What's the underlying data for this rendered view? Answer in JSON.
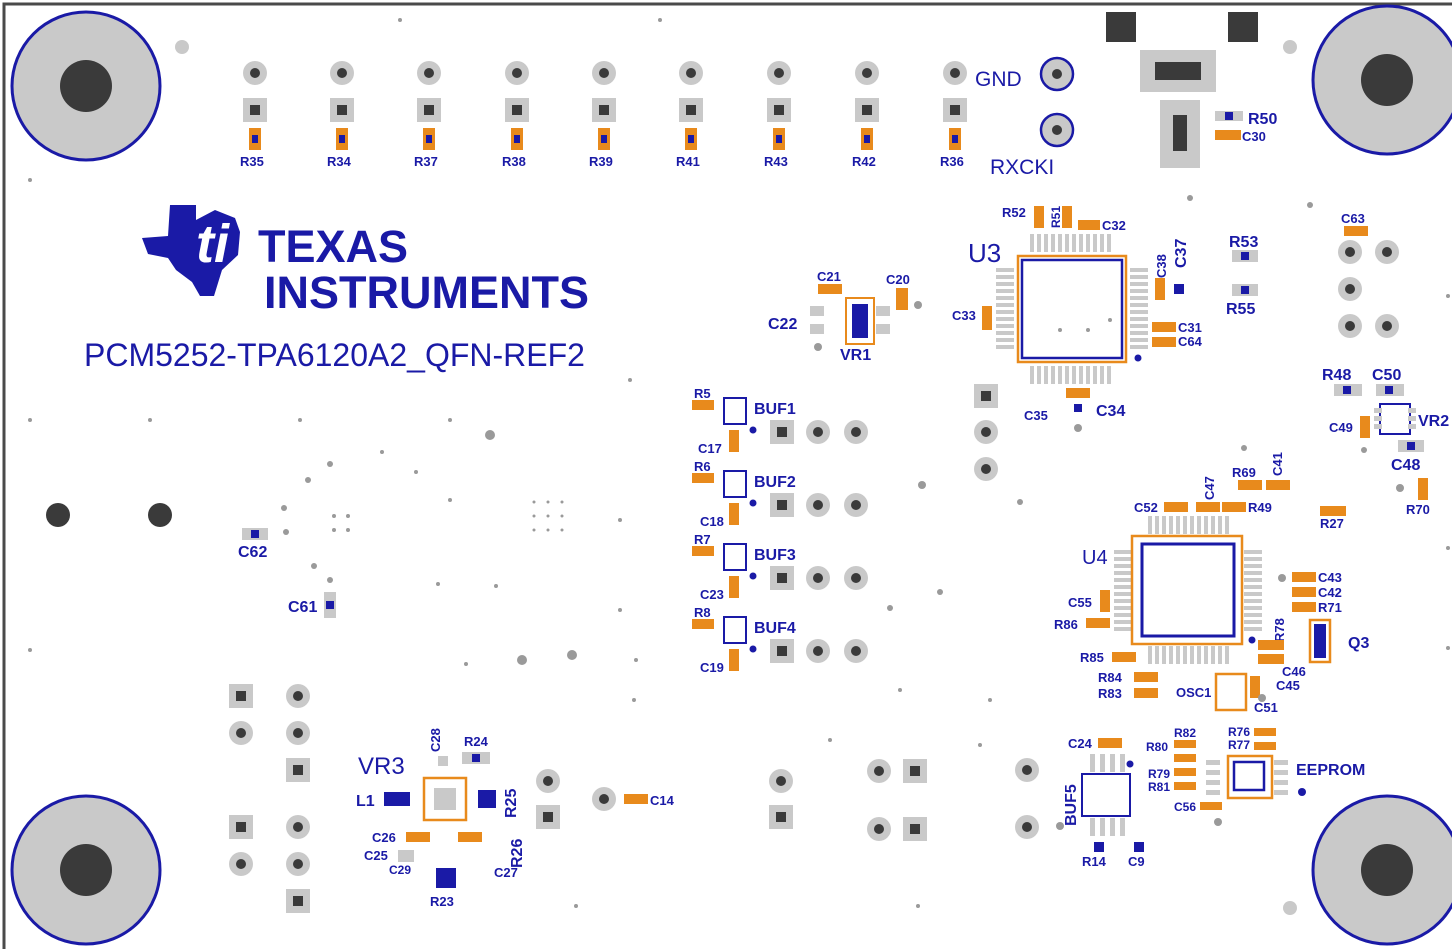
{
  "board": {
    "title": "PCM5252-TPA6120A2_QFN-REF2",
    "logo": {
      "line1": "Texas",
      "line2": "Instruments"
    },
    "colors": {
      "silk": "#1a1aa6",
      "copper": "#e88a1c",
      "pad": "#c9c9c9",
      "hole": "#3a3a3a",
      "edge": "#4a4a4a"
    }
  },
  "labels": {
    "gnd": "GND",
    "rxcki": "RXCKI",
    "u3": "U3",
    "u4": "U4",
    "vr1": "VR1",
    "vr2": "VR2",
    "vr3": "VR3",
    "buf1": "BUF1",
    "buf2": "BUF2",
    "buf3": "BUF3",
    "buf4": "BUF4",
    "buf5": "BUF5",
    "q3": "Q3",
    "eeprom": "EEPROM",
    "osc1": "OSC1",
    "l1": "L1",
    "r35": "R35",
    "r34": "R34",
    "r37": "R37",
    "r38": "R38",
    "r39": "R39",
    "r41": "R41",
    "r43": "R43",
    "r42": "R42",
    "r36": "R36",
    "r50": "R50",
    "c30": "C30",
    "r52": "R52",
    "r51": "R51",
    "c32": "C32",
    "c38": "C38",
    "c37": "C37",
    "r53": "R53",
    "r55": "R55",
    "c63": "C63",
    "c21": "C21",
    "c20": "C20",
    "c22": "C22",
    "c33": "C33",
    "c31": "C31",
    "c64": "C64",
    "c35": "C35",
    "c34": "C34",
    "r48": "R48",
    "c50": "C50",
    "c49": "C49",
    "c48": "C48",
    "r5": "R5",
    "c17": "C17",
    "r6": "R6",
    "c18": "C18",
    "r7": "R7",
    "c23": "C23",
    "r8": "R8",
    "c19": "C19",
    "c62": "C62",
    "c61": "C61",
    "c47": "C47",
    "r69": "R69",
    "c41": "C41",
    "c52": "C52",
    "r49": "R49",
    "r27": "R27",
    "r70": "R70",
    "c43": "C43",
    "c42": "C42",
    "r71": "R71",
    "c55": "C55",
    "r86": "R86",
    "r78": "R78",
    "r85": "R85",
    "c46": "C46",
    "c45": "C45",
    "r84": "R84",
    "r83": "R83",
    "c51": "C51",
    "c24": "C24",
    "r82": "R82",
    "r80": "R80",
    "r79": "R79",
    "r81": "R81",
    "r76": "R76",
    "r77": "R77",
    "c56": "C56",
    "r14": "R14",
    "c9": "C9",
    "c28": "C28",
    "r24": "R24",
    "r25": "R25",
    "c26": "C26",
    "c25": "C25",
    "r26": "R26",
    "c29": "C29",
    "c27": "C27",
    "r23": "R23",
    "c14": "C14"
  }
}
